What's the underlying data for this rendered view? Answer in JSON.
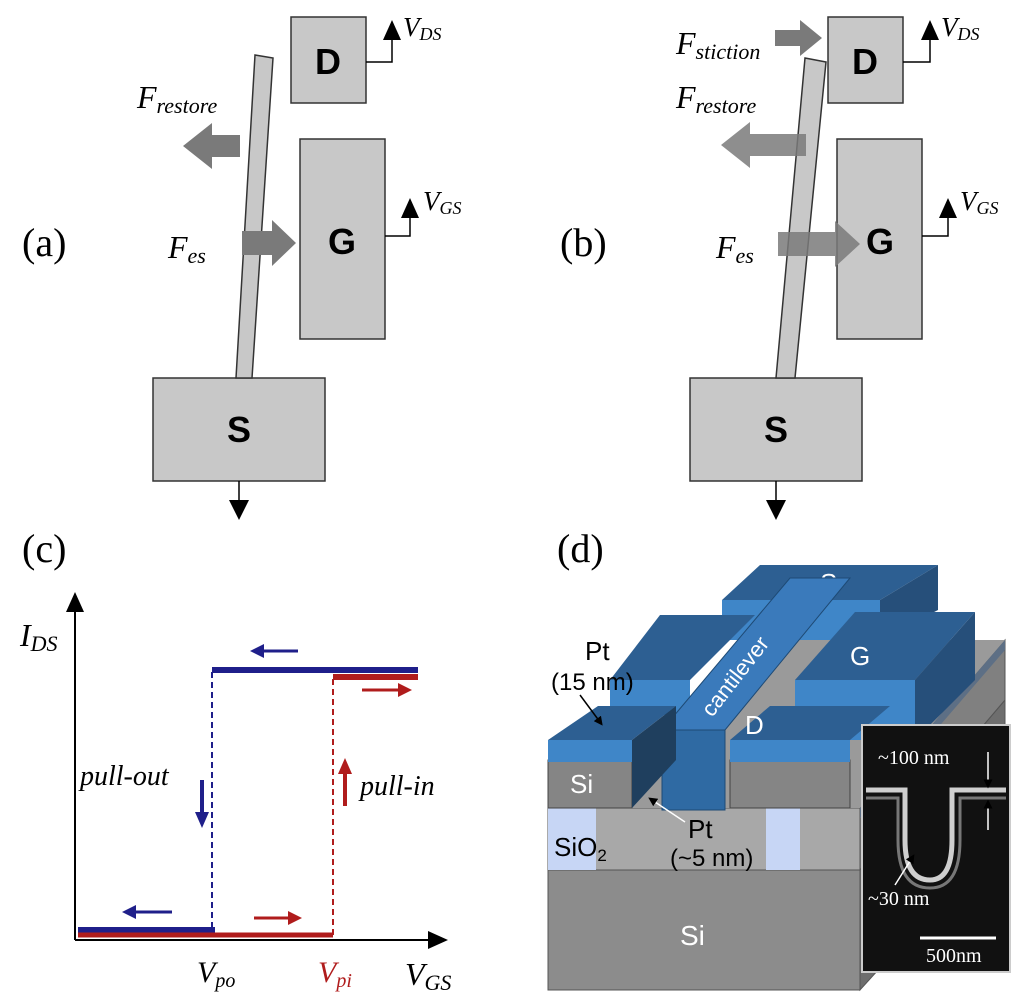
{
  "panels": {
    "a": {
      "label": "(a)",
      "drain": "D",
      "gate": "G",
      "source": "S",
      "vds": {
        "main": "V",
        "sub": "DS"
      },
      "vgs": {
        "main": "V",
        "sub": "GS"
      },
      "f_restore": {
        "main": "F",
        "sub": "restore"
      },
      "f_es": {
        "main": "F",
        "sub": "es"
      }
    },
    "b": {
      "label": "(b)",
      "drain": "D",
      "gate": "G",
      "source": "S",
      "vds": {
        "main": "V",
        "sub": "DS"
      },
      "vgs": {
        "main": "V",
        "sub": "GS"
      },
      "f_stiction": {
        "main": "F",
        "sub": "stiction"
      },
      "f_restore": {
        "main": "F",
        "sub": "restore"
      },
      "f_es": {
        "main": "F",
        "sub": "es"
      }
    },
    "c": {
      "label": "(c)",
      "ylabel": {
        "main": "I",
        "sub": "DS"
      },
      "xlabel": {
        "main": "V",
        "sub": "GS"
      },
      "vpo": {
        "main": "V",
        "sub": "po"
      },
      "vpi": {
        "main": "V",
        "sub": "pi"
      },
      "pull_out": "pull-out",
      "pull_in": "pull-in"
    },
    "d": {
      "label": "(d)",
      "s": "S",
      "g": "G",
      "d": "D",
      "cantilever": "cantilever",
      "pt_top_1": "Pt",
      "pt_top_2": "(15 nm)",
      "pt_bottom_1": "Pt",
      "pt_bottom_2": "(~5 nm)",
      "si_upper": "Si",
      "sio2": {
        "main": "SiO",
        "sub": "2"
      },
      "si_base": "Si",
      "inset": {
        "top_dim": "~100 nm",
        "side_dim": "~30 nm",
        "scale": "500nm"
      }
    }
  },
  "colors": {
    "box_fill": "#c8c8c8",
    "arrow_gray": "#7a7a7a",
    "blue_trace": "#1f1f8a",
    "red_trace": "#b01c1c",
    "pt_light": "#3f86c8",
    "pt_dark": "#2d5f92",
    "si_gray": "#858585"
  }
}
